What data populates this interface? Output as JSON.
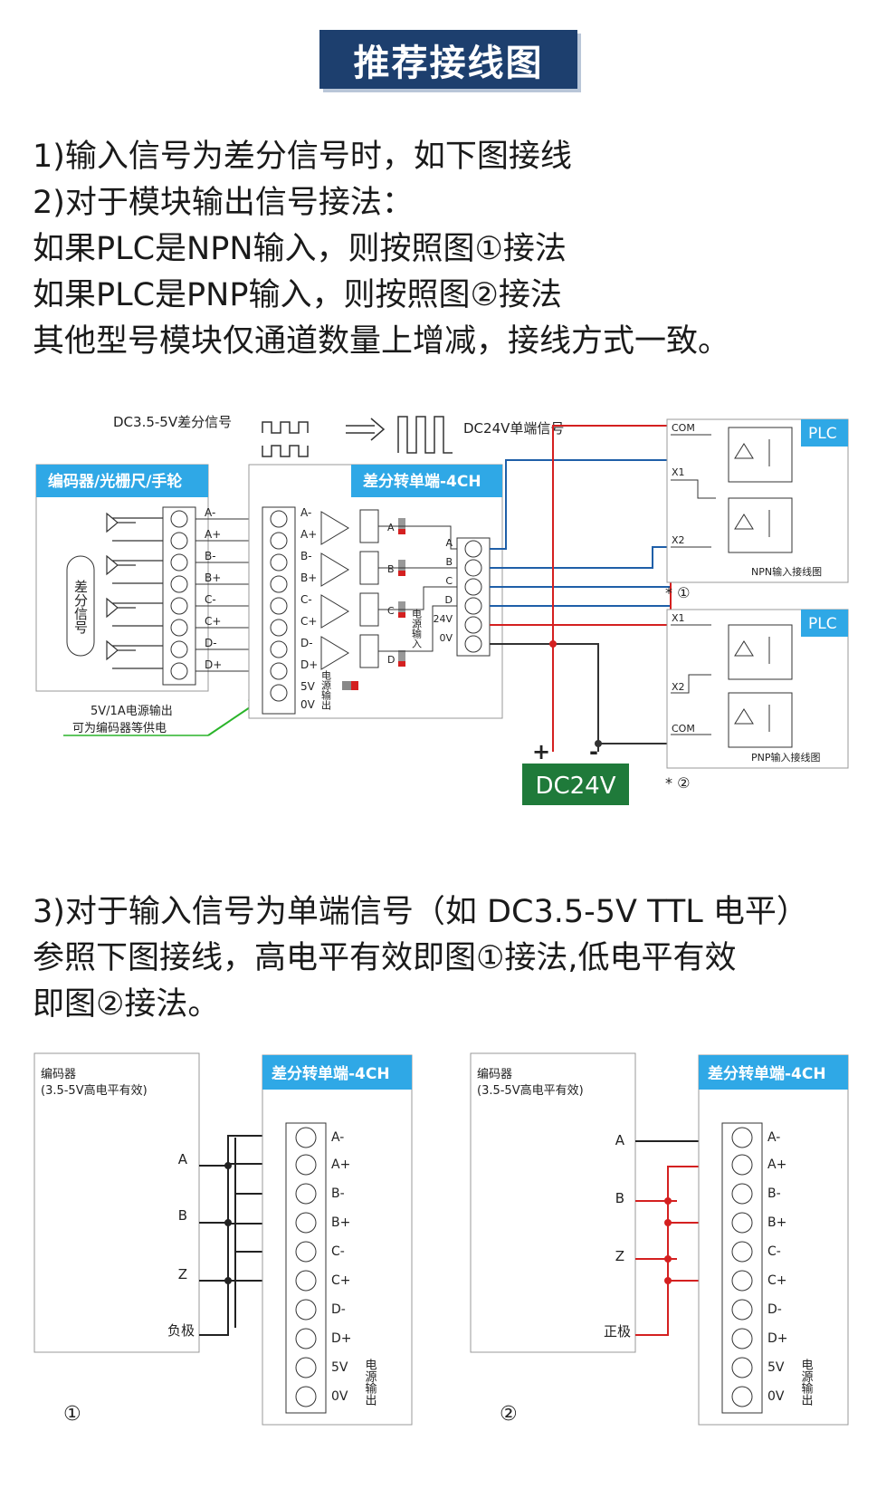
{
  "title": "推荐接线图",
  "intro_lines": [
    "1)输入信号为差分信号时，如下图接线",
    "2)对于模块输出信号接法：",
    "如果PLC是NPN输入，则按照图①接法",
    "如果PLC是PNP输入，则按照图②接法",
    "其他型号模块仅通道数量上增减，接线方式一致。"
  ],
  "diagram1": {
    "diff_signal_label": "DC3.5-5V差分信号",
    "single_signal_label": "DC24V单端信号",
    "encoder_header": "编码器/光栅尺/手轮",
    "encoder_inner_label": "差分信号",
    "module_header": "差分转单端-4CH",
    "input_pins": [
      "A-",
      "A+",
      "B-",
      "B+",
      "C-",
      "C+",
      "D-",
      "D+",
      "5V",
      "0V"
    ],
    "power_out_label": "电源输出",
    "led_labels": [
      "A",
      "B",
      "C",
      "D"
    ],
    "output_pins": [
      "A",
      "B",
      "C",
      "D",
      "24V",
      "0V"
    ],
    "power_in_label": "电源输入",
    "supply_note_line1": "5V/1A电源输出",
    "supply_note_line2": "可为编码器等供电",
    "plc_label": "PLC",
    "npn_terms": [
      "COM",
      "X1",
      "X2"
    ],
    "npn_caption": "NPN输入接线图",
    "npn_mark": "* ①",
    "pnp_terms": [
      "X1",
      "X2",
      "COM"
    ],
    "pnp_caption": "PNP输入接线图",
    "pnp_mark": "* ②",
    "plus": "+",
    "minus": "-",
    "dc_label": "DC24V"
  },
  "section3_lines": [
    "3)对于输入信号为单端信号（如 DC3.5-5V TTL 电平）",
    "参照下图接线，高电平有效即图①接法,低电平有效",
    "即图②接法。"
  ],
  "diagram2": {
    "encoder_label_line1": "编码器",
    "encoder_label_line2": "(3.5-5V高电平有效)",
    "module_header": "差分转单端-4CH",
    "pins": [
      "A-",
      "A+",
      "B-",
      "B+",
      "C-",
      "C+",
      "D-",
      "D+",
      "5V",
      "0V"
    ],
    "power_out_label": "电源输出",
    "left_signals": [
      "A",
      "B",
      "Z",
      "负极"
    ],
    "right_signals": [
      "A",
      "B",
      "Z",
      "正极"
    ],
    "mark_left": "①",
    "mark_right": "②"
  },
  "colors": {
    "title_bg": "#1d3f6e",
    "header_blue": "#2fa8e6",
    "wire_blue": "#1f5fa8",
    "wire_red": "#d42020",
    "dc_green": "#1f7a3a"
  }
}
